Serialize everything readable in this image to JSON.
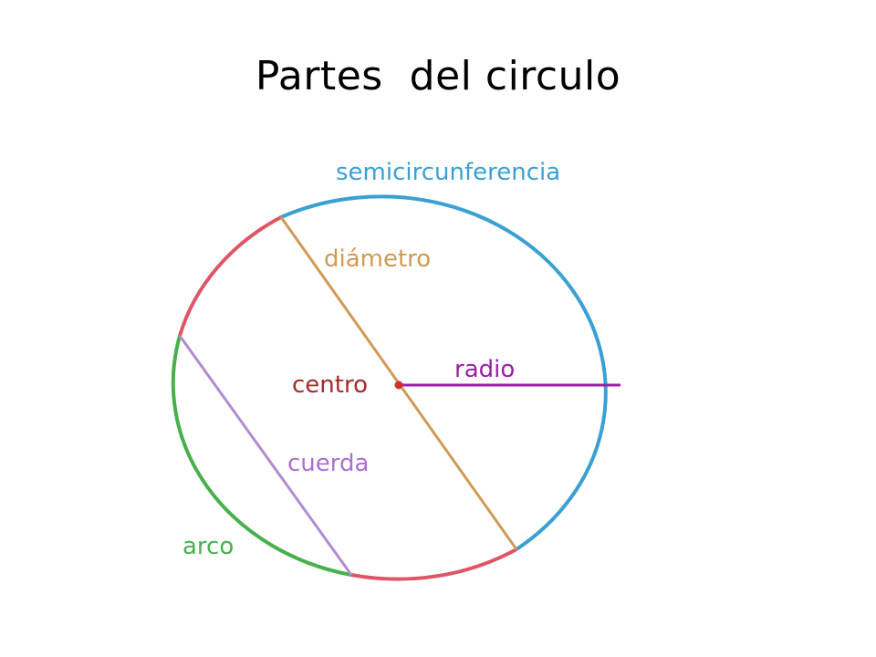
{
  "title": "Partes  del circulo",
  "labels": {
    "semicircunferencia": "semicircunferencia",
    "diametro": "diámetro",
    "centro": "centro",
    "radio": "radio",
    "cuerda": "cuerda",
    "arco": "arco"
  },
  "colors": {
    "semicircunferencia": "#3aa0d4",
    "diametro": "#cf9a55",
    "centro": "#a52a2a",
    "radio": "#9b1fa5",
    "cuerda": "#ad6fd0",
    "arco": "#48b04a",
    "circle_red": "#e05565",
    "cuerda_line": "#b08cd0"
  }
}
